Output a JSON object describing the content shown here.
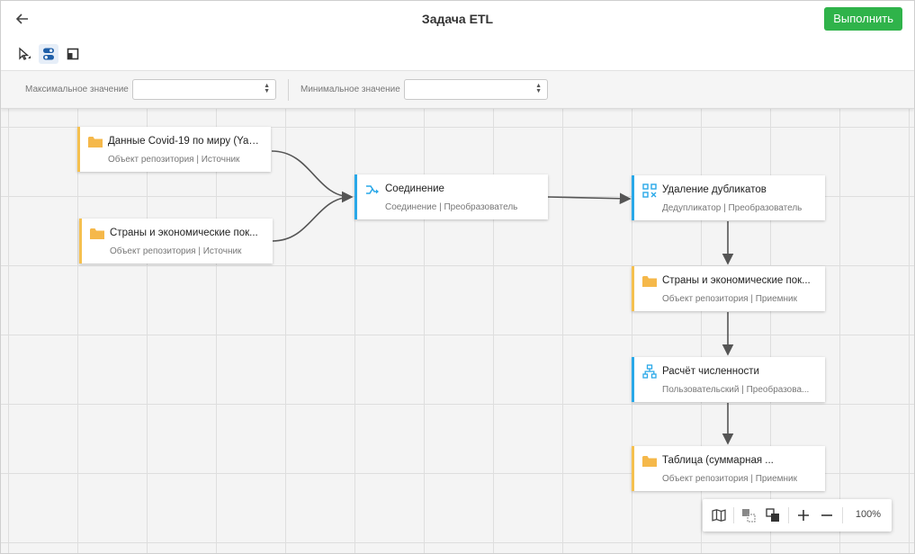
{
  "header": {
    "title": "Задача ETL",
    "run_label": "Выполнить"
  },
  "filters": {
    "max_label": "Максимальное значение",
    "min_label": "Минимальное значение",
    "max_value": "",
    "min_value": ""
  },
  "nodes": [
    {
      "id": "n1",
      "title": "Данные Covid-19 по миру (Yan...",
      "subtitle": "Объект репозитория | Источник",
      "icon": "folder-icon"
    },
    {
      "id": "n2",
      "title": "Страны и экономические пок...",
      "subtitle": "Объект репозитория | Источник",
      "icon": "folder-icon"
    },
    {
      "id": "n3",
      "title": "Соединение",
      "subtitle": "Соединение | Преобразователь",
      "icon": "join-icon"
    },
    {
      "id": "n4",
      "title": "Удаление дубликатов",
      "subtitle": "Дедупликатор | Преобразователь",
      "icon": "dedupe-icon"
    },
    {
      "id": "n5",
      "title": "Страны и экономические пок...",
      "subtitle": "Объект репозитория | Приемник",
      "icon": "folder-icon"
    },
    {
      "id": "n6",
      "title": "Расчёт численности",
      "subtitle": "Пользовательский | Преобразова...",
      "icon": "hierarchy-icon"
    },
    {
      "id": "n7",
      "title": "Таблица (суммарная ...",
      "subtitle": "Объект репозитория | Приемник",
      "icon": "folder-icon"
    }
  ],
  "zoom": {
    "level": "100%"
  },
  "colors": {
    "run_button": "#2fb34a",
    "source_accent": "#f5c04f",
    "transformer_accent": "#29a8e8"
  }
}
